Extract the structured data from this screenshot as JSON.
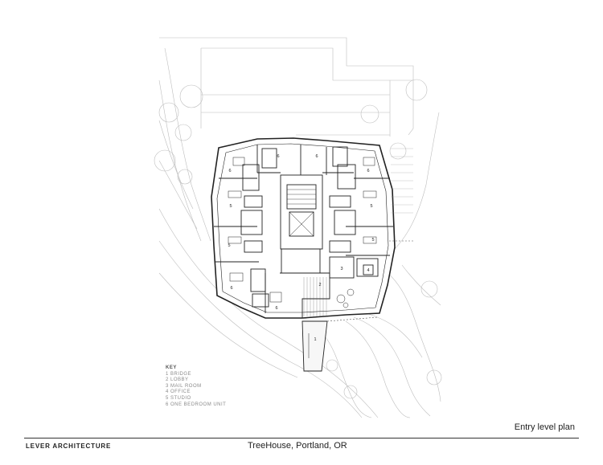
{
  "key": {
    "title": "KEY",
    "items": [
      {
        "num": "1",
        "label": "BRIDGE"
      },
      {
        "num": "2",
        "label": "LOBBY"
      },
      {
        "num": "3",
        "label": "MAIL ROOM"
      },
      {
        "num": "4",
        "label": "OFFICE"
      },
      {
        "num": "5",
        "label": "STUDIO"
      },
      {
        "num": "6",
        "label": "ONE BEDROOM UNIT"
      }
    ]
  },
  "room_labels": {
    "bridge": "1",
    "lobby": "2",
    "mail_room": "3",
    "office": "4",
    "studio": "5",
    "one_bedroom": "6"
  },
  "caption": "Entry level plan",
  "brand": "LEVER ARCHITECTURE",
  "project": "TreeHouse, Portland, OR",
  "colors": {
    "line_dark": "#222222",
    "line_light": "#b5b5b5",
    "ink": "#222222"
  }
}
